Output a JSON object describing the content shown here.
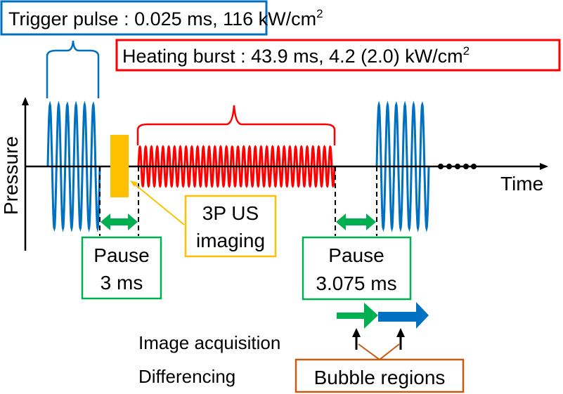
{
  "trigger": {
    "label": "Trigger pulse : 0.025 ms, 116 kW/cm",
    "sup": "2",
    "color": "#0070C0"
  },
  "heating": {
    "label": "Heating burst : 43.9 ms, 4.2 (2.0) kW/cm",
    "sup": "2",
    "color": "#FF0000"
  },
  "axes": {
    "y_label": "Pressure",
    "x_label": "Time"
  },
  "imaging": {
    "line1": "3P US",
    "line2": "imaging",
    "color": "#FFC000"
  },
  "pause1": {
    "line1": "Pause",
    "line2": "3 ms",
    "color": "#00B050"
  },
  "pause2": {
    "line1": "Pause",
    "line2": "3.075 ms",
    "color": "#00B050"
  },
  "legend": {
    "acquisition": "Image acquisition",
    "differencing": "Differencing",
    "acquisition_color": "#00B050",
    "differencing_color": "#0070C0"
  },
  "bubble": {
    "label": "Bubble regions",
    "color": "#C55A11"
  }
}
